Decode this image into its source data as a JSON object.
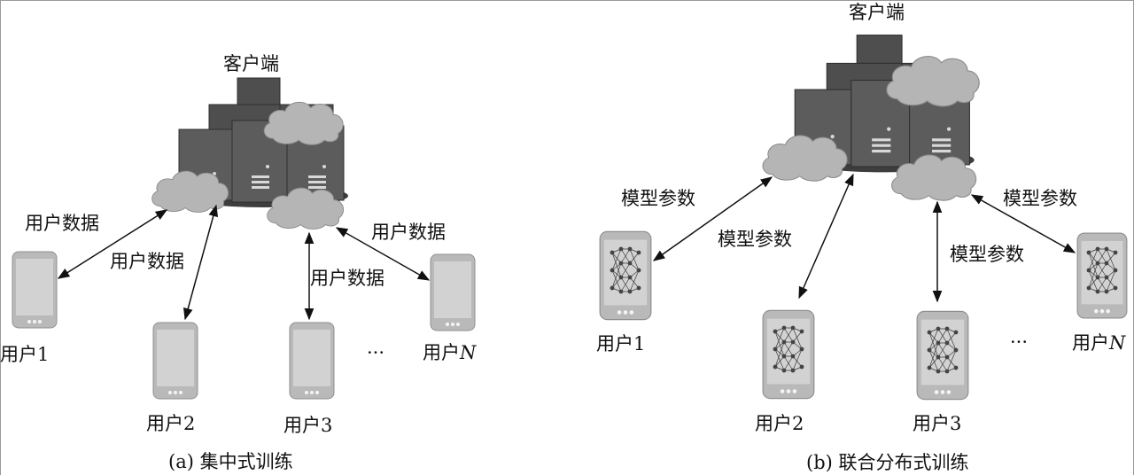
{
  "panel_a": {
    "server_label": "客户端",
    "user_1": "用户1",
    "user_2": "用户2",
    "user_3": "用户3",
    "user_n_prefix": "用户",
    "user_n_var": "N",
    "ellipsis": "···",
    "flow_1": "用户数据",
    "flow_2": "用户数据",
    "flow_3": "用户数据",
    "flow_4": "用户数据",
    "caption": "(a) 集中式训练"
  },
  "panel_b": {
    "server_label": "客户端",
    "user_1": "用户1",
    "user_2": "用户2",
    "user_3": "用户3",
    "user_n_prefix": "用户",
    "user_n_var": "N",
    "ellipsis": "···",
    "flow_1": "模型参数",
    "flow_2": "模型参数",
    "flow_3": "模型参数",
    "flow_4": "模型参数",
    "caption": "(b) 联合分布式训练"
  },
  "colors": {
    "server": "#4e4e4e",
    "cloud": "#b5b5b5",
    "phone": "#b9b9b9"
  }
}
